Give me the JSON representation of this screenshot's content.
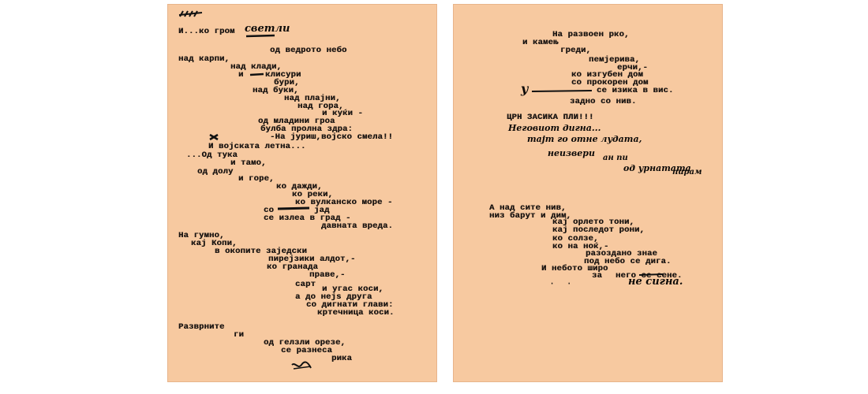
{
  "left_page": {
    "lines": [
      "И...ко гром",
      "од ведрото небо",
      "над карпи,",
      "над клади,",
      "и ",
      "клисури",
      "бури,",
      "над буки,",
      "над плајни,",
      "над гора,",
      "и куќи -",
      "од младини гроа",
      "булба пролна здра:",
      "-На јуриш,војско смела!!",
      "И војската летна...",
      "...Од тука",
      "и тамо,",
      "од долу",
      "и горе,",
      "ко дажди,",
      "ко реки,",
      "ко вулканско море -",
      "со",
      "јад",
      "се излеа в град -",
      "давната вреда.",
      "На гумно,",
      "кај Копи,",
      "в окопите заједски",
      "пирејзики алдот,-",
      "ко гранада",
      "праве,-",
      "сарт",
      "и угас коси,",
      "а до нејѕ друга",
      "со дигнати глави:",
      "кртечница коси.",
      "Разврните",
      "ги",
      "од гелзли орезе,",
      "се разнеса",
      "рика"
    ],
    "handwritten": [
      "светли",
      "ѝѝ"
    ]
  },
  "right_page": {
    "lines": [
      "На развоен рко,",
      "и камењ",
      "греди,",
      "пемјерива,",
      "ерчи,-",
      "ко изгубен дом",
      "со прокорен дом",
      "се изика в вис.",
      "у",
      "задно со нив.",
      "ЦРН ЗАСИКА ПЛИ!!!",
      "А над сите нив,",
      "низ барут и дим,",
      "кај орлето тони,",
      "кај последот рони,",
      "ко солзе,",
      "ко на ноќ,-",
      "разоздано знае",
      "под небо се дига.",
      "И небото широ",
      "за ",
      "него се сене."
    ],
    "handwritten": [
      "Неговиот дигна...",
      "тајт го отне лудата,",
      "неизвери",
      "ан пи",
      "од урнатата",
      "пирам",
      "не сигна."
    ]
  }
}
